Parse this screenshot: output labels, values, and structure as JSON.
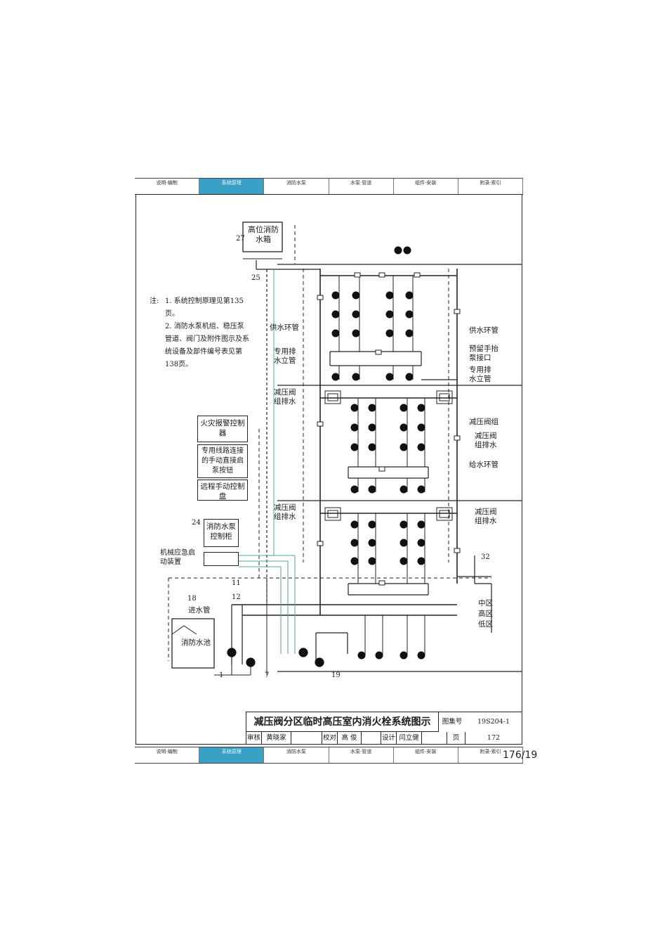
{
  "header_tabs": [
    "说明·编制",
    "系统原理",
    "消防水泵",
    "水泵·管道",
    "组件·安装",
    "附录·索引"
  ],
  "footer_tabs": [
    "说明·编制",
    "系统原理",
    "消防水泵",
    "水泵·管道",
    "组件·安装",
    "附录·索引"
  ],
  "notes": {
    "heading": "注:",
    "items": [
      "1. 系统控制原理见第135页。",
      "2. 消防水泵机组、稳压泵管道、阀门及附件图示及系统设备及部件编号表见第138页。"
    ]
  },
  "equipment": {
    "tank": "高位消防水箱",
    "alarm": "火灾报警控制器",
    "manual_line": "专用线路连接的手动直接启泵按钮",
    "remote_panel": "远程手动控制盘",
    "pump_cabinet": "消防水泵控制柜",
    "emergency": "机械应急启动装置",
    "pool": "消防水池",
    "inlet": "进水管"
  },
  "labels": {
    "supply_ring_left": "供水环管",
    "drain_riser_left": "专用排水立管",
    "prv_drain_upper_left": "减压阀组排水",
    "prv_drain_lower_left": "减压阀组排水",
    "supply_ring_right_top": "供水环管",
    "reserved_pump": "预留手抬泵接口",
    "drain_riser_right": "专用排水立管",
    "prv_group_right": "减压阀组",
    "prv_drain_right_mid": "减压阀组排水",
    "supply_ring_right_mid": "给水环管",
    "prv_drain_right_low": "减压阀组排水",
    "zone_mid": "中区",
    "zone_high": "高区",
    "zone_low": "低区"
  },
  "numbers": {
    "n27": "27",
    "n25": "25",
    "n24": "24",
    "n11": "11",
    "n12": "12",
    "n18": "18",
    "n1": "1",
    "n7": "7",
    "n19": "19",
    "n32": "32"
  },
  "title_block": {
    "title": "减压阀分区临时高压室内消火栓系统图示",
    "atlas_label": "图集号",
    "atlas_no": "19S204-1",
    "review_label": "审核",
    "reviewer": "黄晓家",
    "check_label": "校对",
    "checker": "高 俊",
    "design_label": "设计",
    "designer": "闫立健",
    "page_label": "页",
    "page": "172"
  },
  "page_counter": "176/19"
}
